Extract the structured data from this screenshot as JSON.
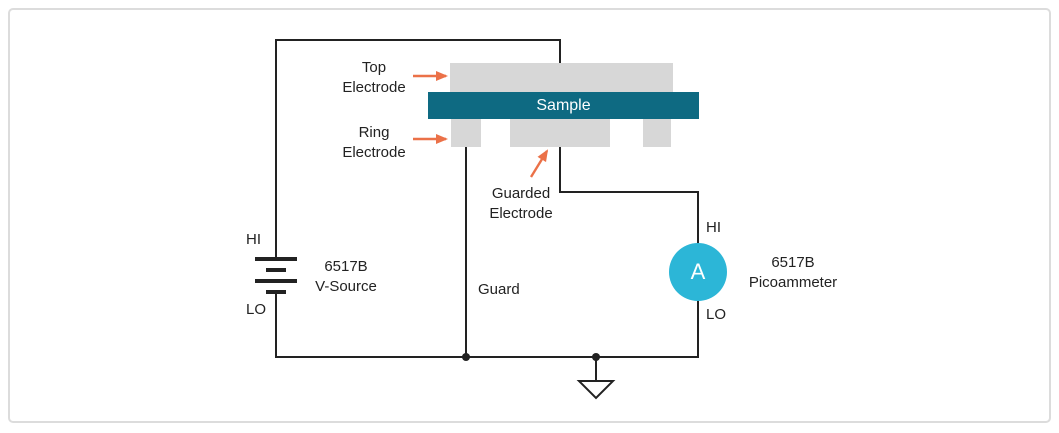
{
  "diagram": {
    "sample": {
      "label": "Sample"
    },
    "electrodes": {
      "top_label": "Top\nElectrode",
      "ring_label": "Ring\nElectrode",
      "guarded_label": "Guarded\nElectrode"
    },
    "guard_label": "Guard",
    "v_source": {
      "hi": "HI",
      "lo": "LO",
      "name": "6517B\nV-Source"
    },
    "picoammeter": {
      "hi": "HI",
      "lo": "LO",
      "name": "6517B\nPicoammeter",
      "symbol": "A"
    },
    "colors": {
      "wire": "#222222",
      "electrode_fill": "#d7d7d7",
      "sample_fill": "#0e6a82",
      "ammeter_fill": "#2cb6d7",
      "arrow_orange": "#eb7148",
      "frame_border": "#dcdcdc"
    }
  }
}
